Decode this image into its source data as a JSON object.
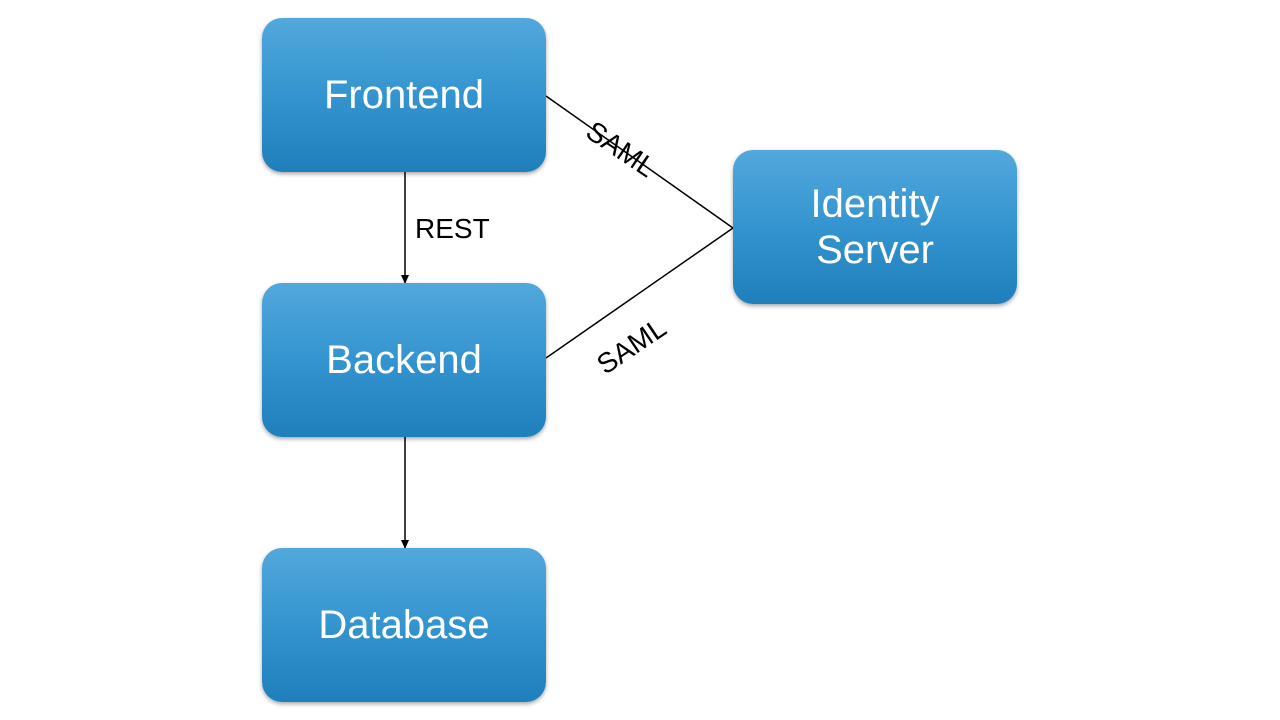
{
  "diagram": {
    "nodes": {
      "frontend": {
        "label": "Frontend"
      },
      "backend": {
        "label": "Backend"
      },
      "database": {
        "label": "Database"
      },
      "identity": {
        "line1": "Identity",
        "line2": "Server"
      }
    },
    "edges": {
      "rest": {
        "label": "REST"
      },
      "saml_frontend": {
        "label": "SAML"
      },
      "saml_backend": {
        "label": "SAML"
      }
    },
    "colors": {
      "node_fill_top": "#52a8dc",
      "node_fill_bottom": "#1f7fbb",
      "node_text": "#ffffff",
      "line": "#000000"
    }
  }
}
